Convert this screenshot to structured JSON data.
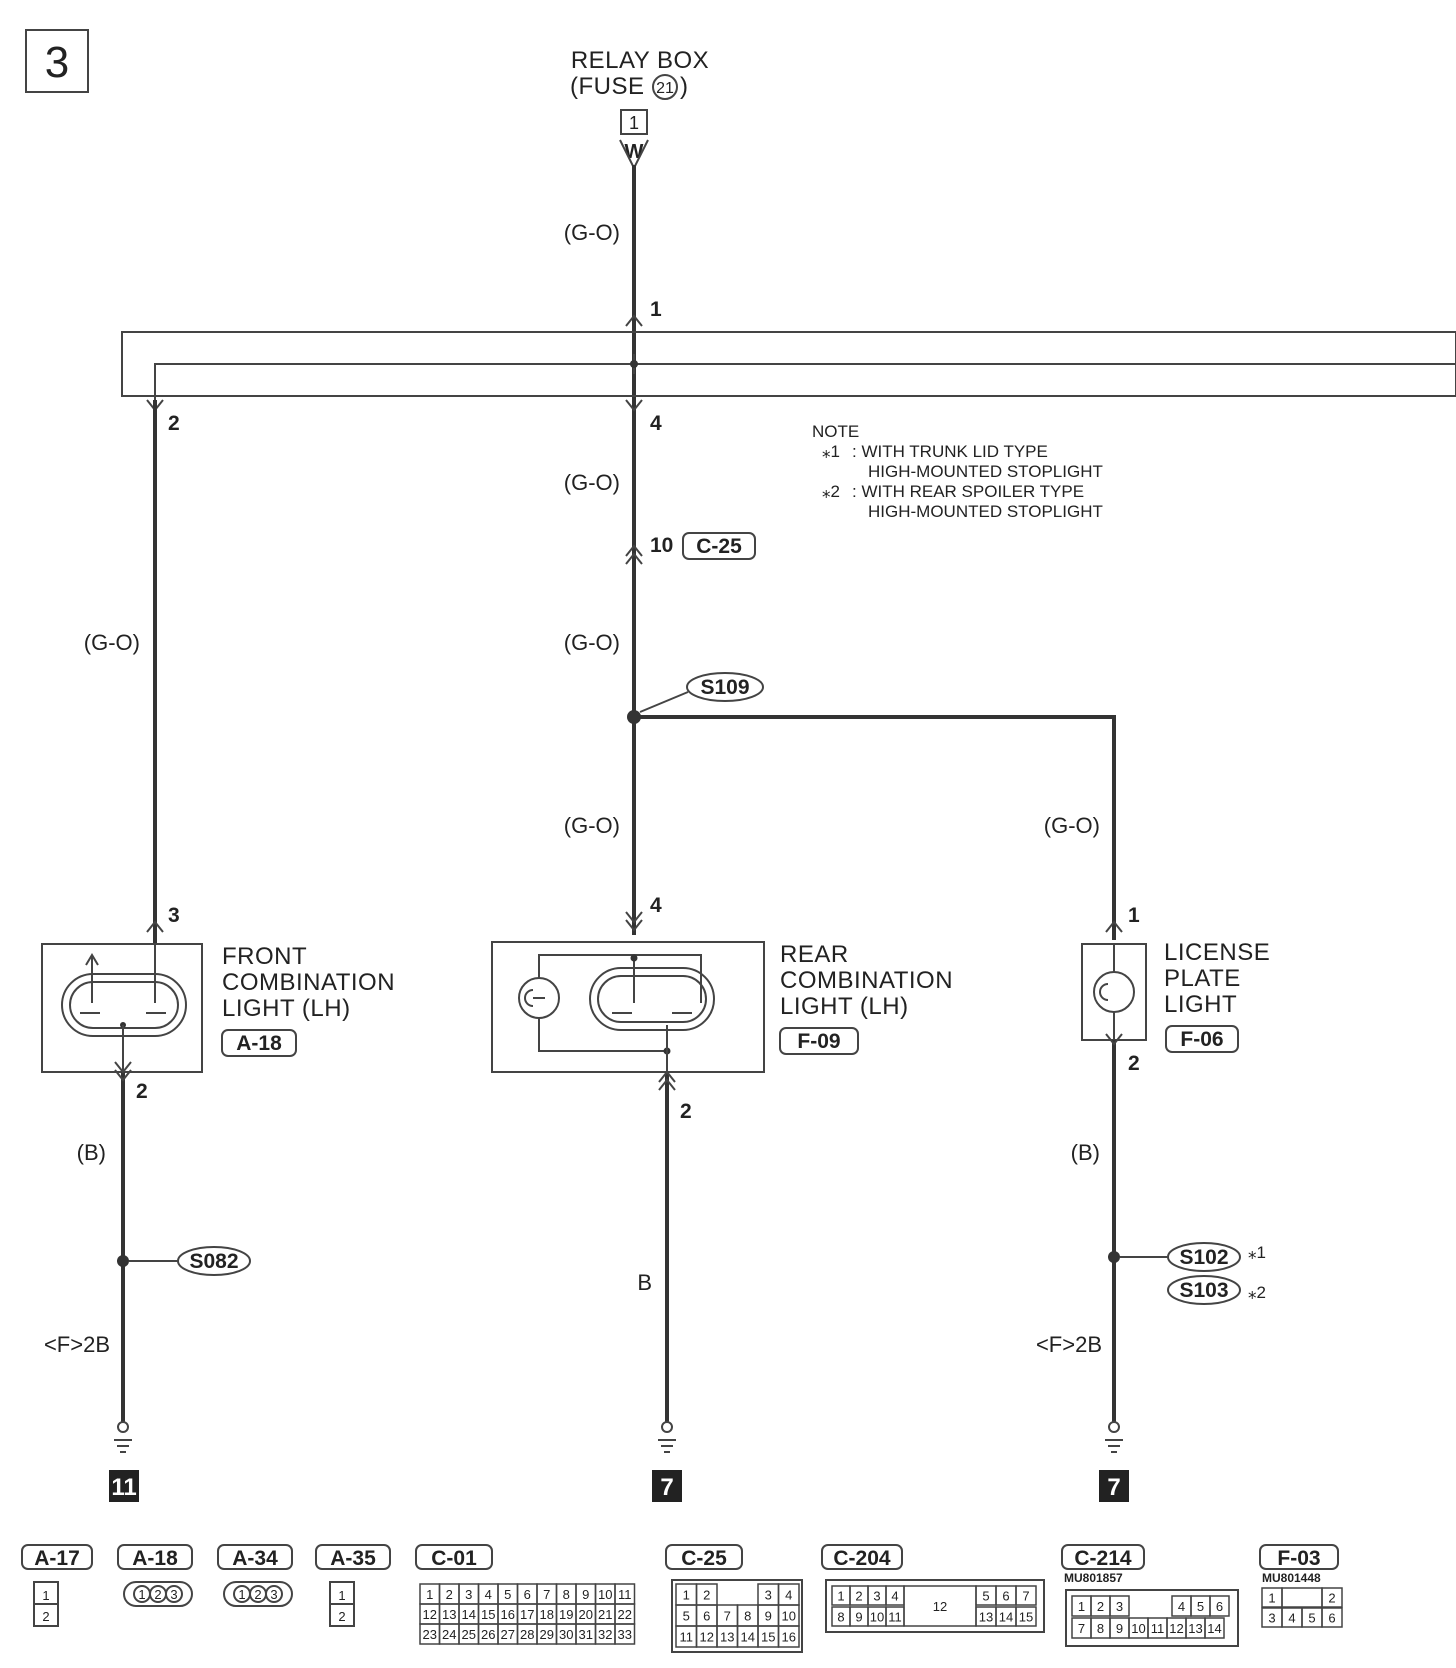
{
  "page_number": "3",
  "relay_box": {
    "title": "RELAY BOX",
    "fuse_prefix": "(FUSE",
    "fuse_no": "21",
    "fuse_suffix": ")",
    "pin": "1",
    "letter": "W"
  },
  "wires": {
    "wire_color_go": "(G-O)",
    "wire_color_b": "(B)",
    "wire_b_plain": "B",
    "ground_ref": "<F>2B"
  },
  "pins": {
    "main_top_1": "1",
    "main_bus_4": "4",
    "front_bus_2": "2",
    "c25_pin": "10",
    "rear_top_4": "4",
    "rear_bot_2": "2",
    "front_top_3": "3",
    "front_bot_2": "2",
    "lic_top_1": "1",
    "lic_bot_2": "2"
  },
  "note": {
    "title": "NOTE",
    "mark1": "⁎1",
    "line1a": ": WITH TRUNK LID TYPE",
    "line1b": "HIGH-MOUNTED STOPLIGHT",
    "mark2": "⁎2",
    "line2a": ": WITH REAR SPOILER TYPE",
    "line2b": "HIGH-MOUNTED STOPLIGHT"
  },
  "connectors": {
    "c25": "C-25",
    "a18": "A-18",
    "f09": "F-09",
    "f06": "F-06"
  },
  "splices": {
    "s109": "S109",
    "s082": "S082",
    "s102": "S102",
    "s103": "S103",
    "s102_mark": "⁎1",
    "s103_mark": "⁎2"
  },
  "components": {
    "front": [
      "FRONT",
      "COMBINATION",
      "LIGHT (LH)"
    ],
    "rear": [
      "REAR",
      "COMBINATION",
      "LIGHT (LH)"
    ],
    "license": [
      "LICENSE",
      "PLATE",
      "LIGHT"
    ]
  },
  "grounds": [
    "11",
    "7",
    "7"
  ],
  "connector_legend": {
    "a17": {
      "label": "A-17",
      "cells": [
        "1",
        "2"
      ]
    },
    "a18": {
      "label": "A-18",
      "cells": [
        "1",
        "2",
        "3"
      ]
    },
    "a34": {
      "label": "A-34",
      "cells": [
        "1",
        "2",
        "3"
      ]
    },
    "a35": {
      "label": "A-35",
      "cells": [
        "1",
        "2"
      ]
    },
    "c01": {
      "label": "C-01",
      "rows": [
        [
          "1",
          "2",
          "3",
          "4",
          "5",
          "6",
          "7",
          "8",
          "9",
          "10",
          "11"
        ],
        [
          "12",
          "13",
          "14",
          "15",
          "16",
          "17",
          "18",
          "19",
          "20",
          "21",
          "22"
        ],
        [
          "23",
          "24",
          "25",
          "26",
          "27",
          "28",
          "29",
          "30",
          "31",
          "32",
          "33"
        ]
      ]
    },
    "c25": {
      "label": "C-25",
      "rows": [
        [
          "1",
          "2",
          "",
          "",
          "3",
          "4"
        ],
        [
          "5",
          "6",
          "7",
          "8",
          "9",
          "10"
        ],
        [
          "11",
          "12",
          "13",
          "14",
          "15",
          "16"
        ]
      ]
    },
    "c204": {
      "label": "C-204",
      "row1a": [
        "1",
        "2",
        "3",
        "4"
      ],
      "row1b": [
        "5",
        "6",
        "7"
      ],
      "row2a": [
        "8",
        "9",
        "10",
        "11"
      ],
      "mid": "12",
      "row2b": [
        "13",
        "14",
        "15"
      ]
    },
    "c214": {
      "label": "C-214",
      "part": "MU801857",
      "row1a": [
        "1",
        "2",
        "3"
      ],
      "row1b": [
        "4",
        "5",
        "6"
      ],
      "row2": [
        "7",
        "8",
        "9",
        "10",
        "11",
        "12",
        "13",
        "14"
      ]
    },
    "f03": {
      "label": "F-03",
      "part": "MU801448",
      "row1a": [
        "1"
      ],
      "row1b": [
        "2"
      ],
      "row2": [
        "3",
        "4",
        "5",
        "6"
      ]
    }
  }
}
